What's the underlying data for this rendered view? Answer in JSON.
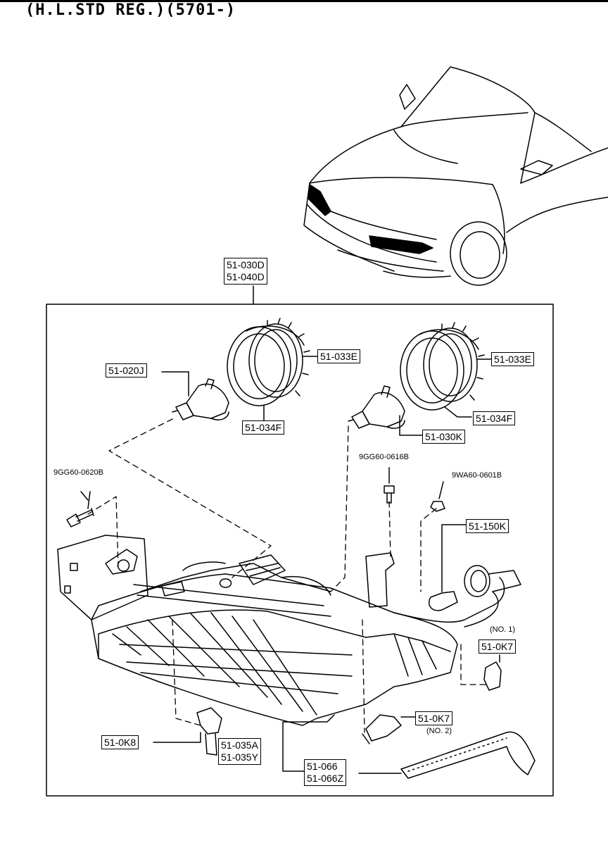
{
  "header": {
    "title": "(H.L.STD REG.)(5701-)"
  },
  "parts": {
    "assembly_a": "51-030D",
    "assembly_b": "51-040D",
    "bulb_left": "51-020J",
    "ring_left_outer": "51-033E",
    "ring_left_inner": "51-034F",
    "ring_right_outer": "51-033E",
    "ring_right_inner": "51-034F",
    "bulb_right": "51-030K",
    "screw_left": "9GG60-0620B",
    "screw_mid": "9GG60-0616B",
    "nut_right": "9WA60-0601B",
    "side_bulb": "51-150K",
    "socket_no1_note": "(NO. 1)",
    "socket_no1": "51-0K7",
    "socket_no2": "51-0K7",
    "socket_no2_note": "(NO. 2)",
    "socket_k8": "51-0K8",
    "socket_035a": "51-035A",
    "socket_035y": "51-035Y",
    "gasket_066": "51-066",
    "gasket_066z": "51-066Z"
  }
}
